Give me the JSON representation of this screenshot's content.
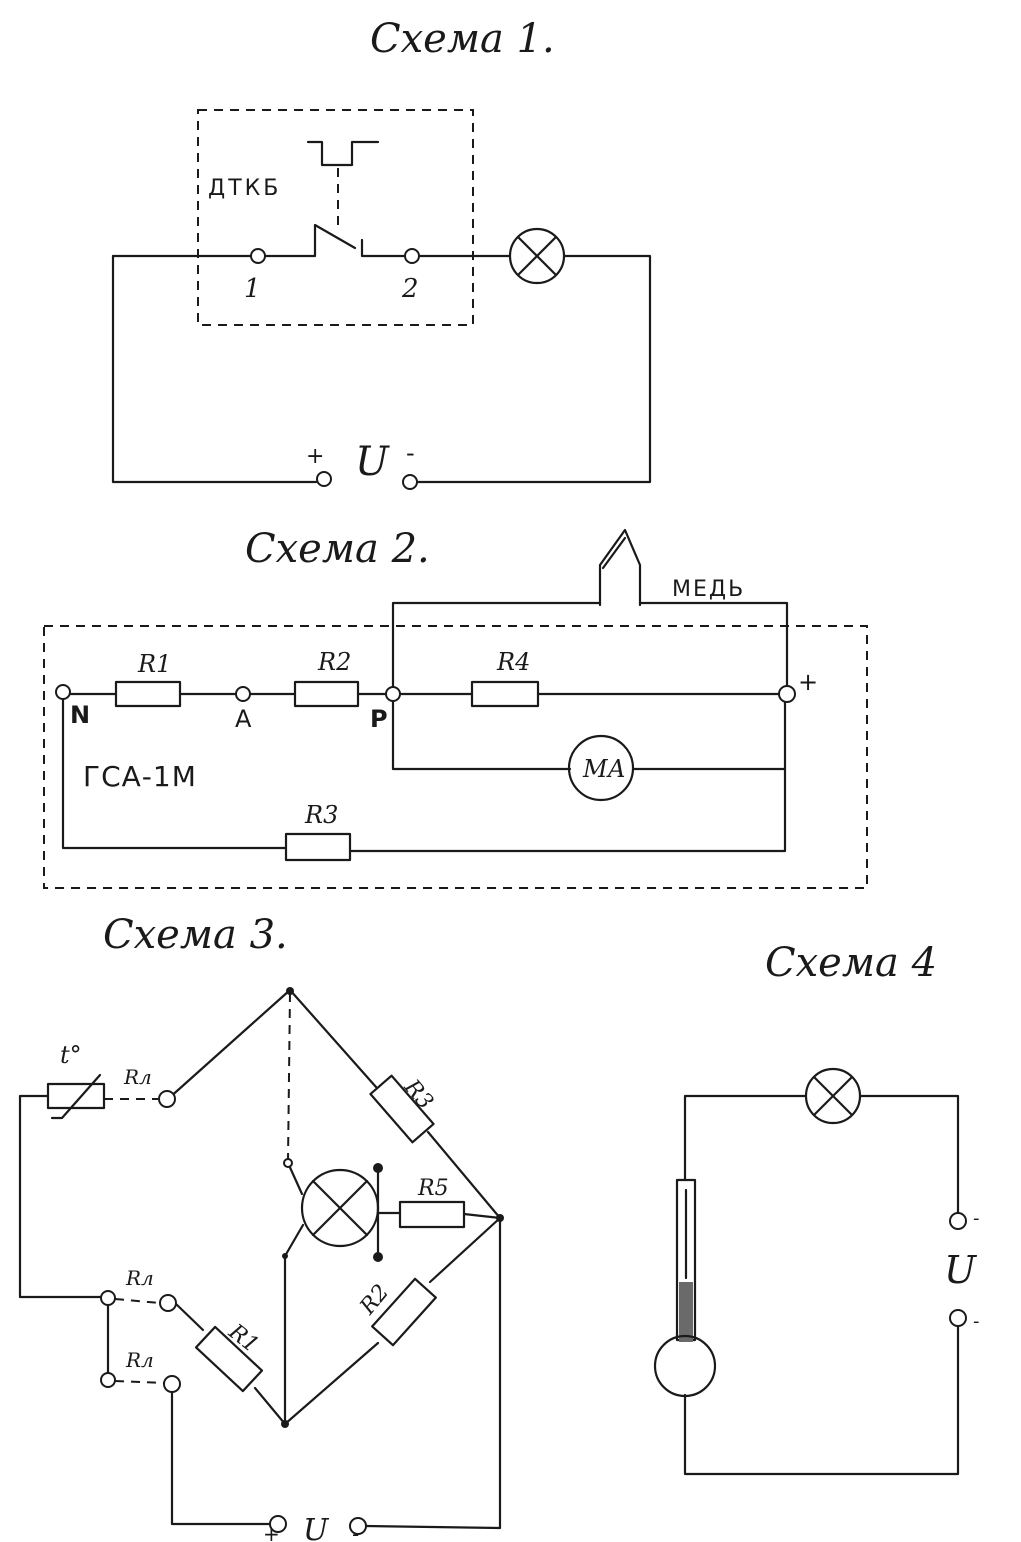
{
  "schemes": {
    "s1": {
      "title": "Схема 1.",
      "device": "ДТКБ",
      "t1": "1",
      "t2": "2",
      "plus": "+",
      "minus": "-",
      "voltage": "U"
    },
    "s2": {
      "title": "Схема 2.",
      "copper": "МЕДЬ",
      "plus": "+",
      "r1": "R1",
      "r2": "R2",
      "r3": "R3",
      "r4": "R4",
      "n": "N",
      "a": "A",
      "p": "P",
      "device": "ГСА-1М",
      "meter": "МА"
    },
    "s3": {
      "title": "Схема 3.",
      "thermo": "t°",
      "rl": "Rл",
      "r1": "R1",
      "r2": "R2",
      "r3": "R3",
      "r5": "R5",
      "voltage": "U",
      "plus": "+",
      "minus": "-"
    },
    "s4": {
      "title": "Схема 4",
      "voltage": "U",
      "plus": "-",
      "minus": "-"
    }
  }
}
